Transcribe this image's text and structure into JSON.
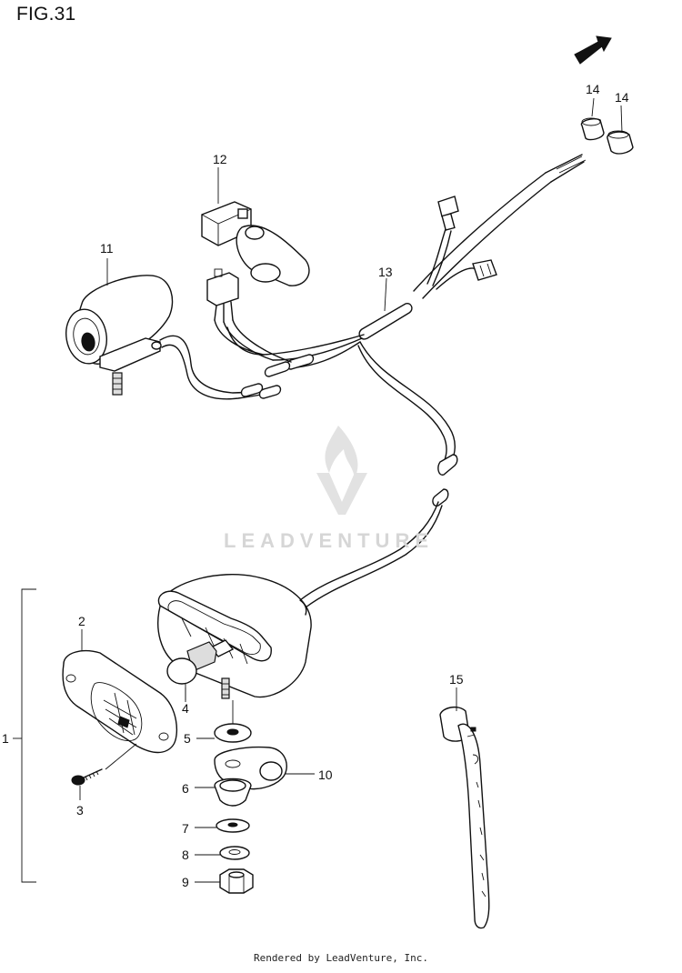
{
  "figure": {
    "title": "FIG.31"
  },
  "direction_marker": {
    "label": "FWD"
  },
  "watermark": {
    "text": "LEADVENTURE"
  },
  "footer": {
    "text": "Rendered by LeadVenture, Inc."
  },
  "callouts": [
    {
      "id": "1",
      "label": "1"
    },
    {
      "id": "2",
      "label": "2"
    },
    {
      "id": "3",
      "label": "3"
    },
    {
      "id": "4",
      "label": "4"
    },
    {
      "id": "5",
      "label": "5"
    },
    {
      "id": "6",
      "label": "6"
    },
    {
      "id": "7",
      "label": "7"
    },
    {
      "id": "8",
      "label": "8"
    },
    {
      "id": "9",
      "label": "9"
    },
    {
      "id": "10",
      "label": "10"
    },
    {
      "id": "11",
      "label": "11"
    },
    {
      "id": "12",
      "label": "12"
    },
    {
      "id": "13",
      "label": "13"
    },
    {
      "id": "14a",
      "label": "14"
    },
    {
      "id": "14b",
      "label": "14"
    },
    {
      "id": "15",
      "label": "15"
    }
  ]
}
